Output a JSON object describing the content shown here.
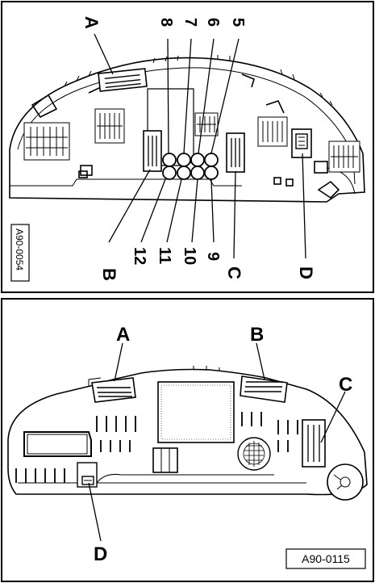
{
  "colors": {
    "ink": "#000000",
    "paper": "#ffffff",
    "shade": "#d9d9d9"
  },
  "panel_top": {
    "figure_code": "A90-0054",
    "callouts": {
      "A": "A",
      "B": "B",
      "C": "C",
      "D": "D",
      "n5": "5",
      "n6": "6",
      "n7": "7",
      "n8": "8",
      "n9": "9",
      "n10": "10",
      "n11": "11",
      "n12": "12"
    }
  },
  "panel_bottom": {
    "figure_code": "A90-0115",
    "callouts": {
      "A": "A",
      "B": "B",
      "C": "C",
      "D": "D"
    }
  }
}
